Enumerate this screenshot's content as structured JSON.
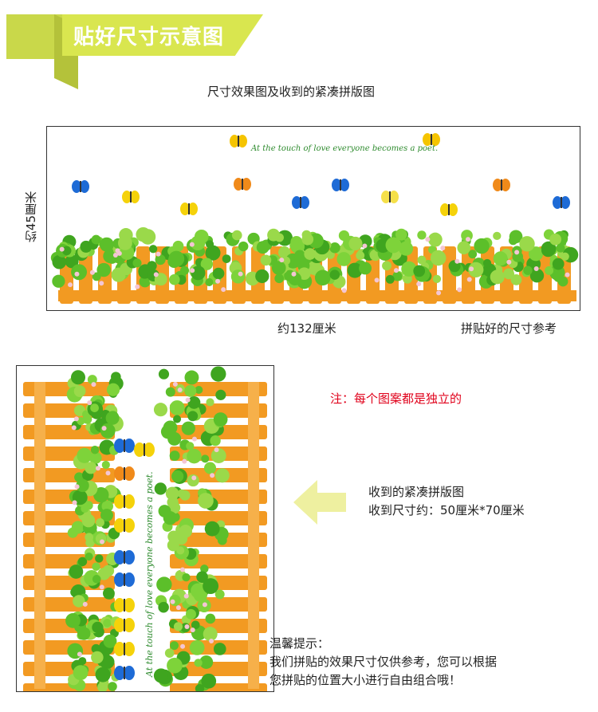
{
  "header": {
    "title": "贴好尺寸示意图"
  },
  "subtitle": "尺寸效果图及收到的紧凑拼版图",
  "preview": {
    "height_label": "约45厘米",
    "width_label": "约132厘米",
    "ref_label": "拼贴好的尺寸参考",
    "slogan": "At the touch of love everyone becomes a poet."
  },
  "layout_panel": {
    "slogan": "At the touch of love everyone becomes a poet."
  },
  "note": "注：每个图案都是独立的",
  "info": {
    "line1": "收到的紧凑拼版图",
    "line2": "收到尺寸约：50厘米*70厘米"
  },
  "tips": {
    "line1": "温馨提示：",
    "line2": "我们拼贴的效果尺寸仅供参考，您可以根据",
    "line3": "您拼贴的位置大小进行自由组合哦！"
  },
  "colors": {
    "banner": "#d9e64f",
    "fence": "#f29a22",
    "leaf": "#5cbf2a",
    "arrow": "#eef0a0",
    "note": "#e0001a"
  }
}
